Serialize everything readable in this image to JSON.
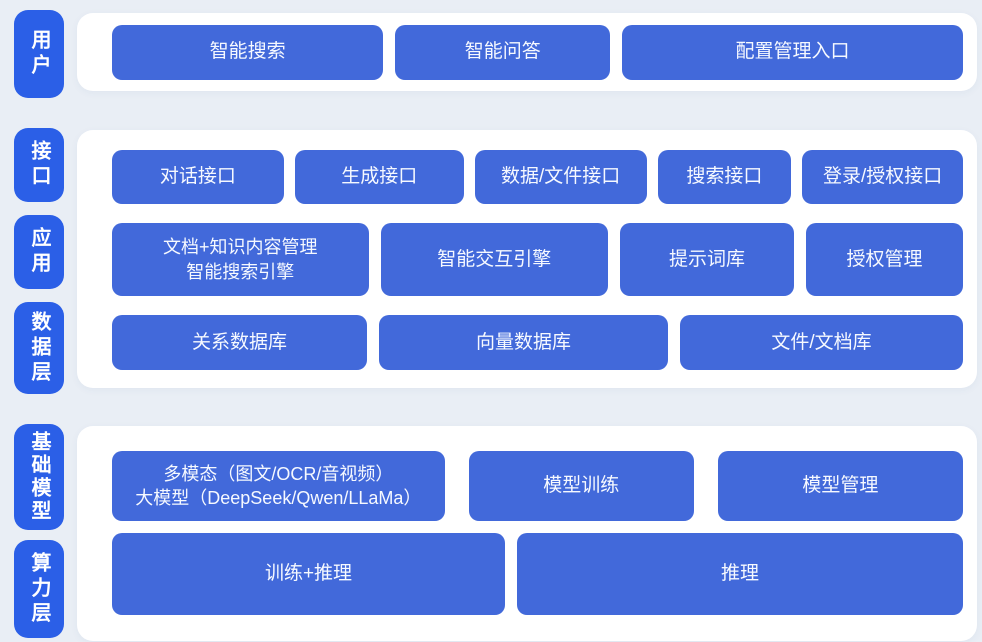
{
  "colors": {
    "page_background": "#e9eef5",
    "panel_background": "#ffffff",
    "layer_label_blue": "#2b5fe7",
    "block_blue": "#4269da",
    "text_white": "#ffffff"
  },
  "sections": [
    {
      "name": "user",
      "layers": [
        {
          "label": "用户"
        }
      ],
      "rows": [
        {
          "blocks": [
            {
              "label": "智能搜索"
            },
            {
              "label": "智能问答"
            },
            {
              "label": "配置管理入口"
            }
          ]
        }
      ]
    },
    {
      "name": "interface-application-data",
      "layers": [
        {
          "label": "接口"
        },
        {
          "label": "应用"
        },
        {
          "label": "数据层"
        }
      ],
      "rows": [
        {
          "blocks": [
            {
              "label": "对话接口"
            },
            {
              "label": "生成接口"
            },
            {
              "label": "数据/文件接口"
            },
            {
              "label": "搜索接口"
            },
            {
              "label": "登录/授权接口"
            }
          ]
        },
        {
          "blocks": [
            {
              "lines": [
                "文档+知识内容管理",
                "智能搜索引擎"
              ]
            },
            {
              "label": "智能交互引擎"
            },
            {
              "label": "提示词库"
            },
            {
              "label": "授权管理"
            }
          ]
        },
        {
          "blocks": [
            {
              "label": "关系数据库"
            },
            {
              "label": "向量数据库"
            },
            {
              "label": "文件/文档库"
            }
          ]
        }
      ]
    },
    {
      "name": "foundation-model-compute",
      "layers": [
        {
          "label": "基础模型"
        },
        {
          "label": "算力层"
        }
      ],
      "rows": [
        {
          "blocks": [
            {
              "lines": [
                "多模态（图文/OCR/音视频）",
                "大模型（DeepSeek/Qwen/LLaMa）"
              ]
            },
            {
              "label": "模型训练"
            },
            {
              "label": "模型管理"
            }
          ]
        },
        {
          "blocks": [
            {
              "label": "训练+推理"
            },
            {
              "label": "推理"
            }
          ]
        }
      ]
    }
  ]
}
